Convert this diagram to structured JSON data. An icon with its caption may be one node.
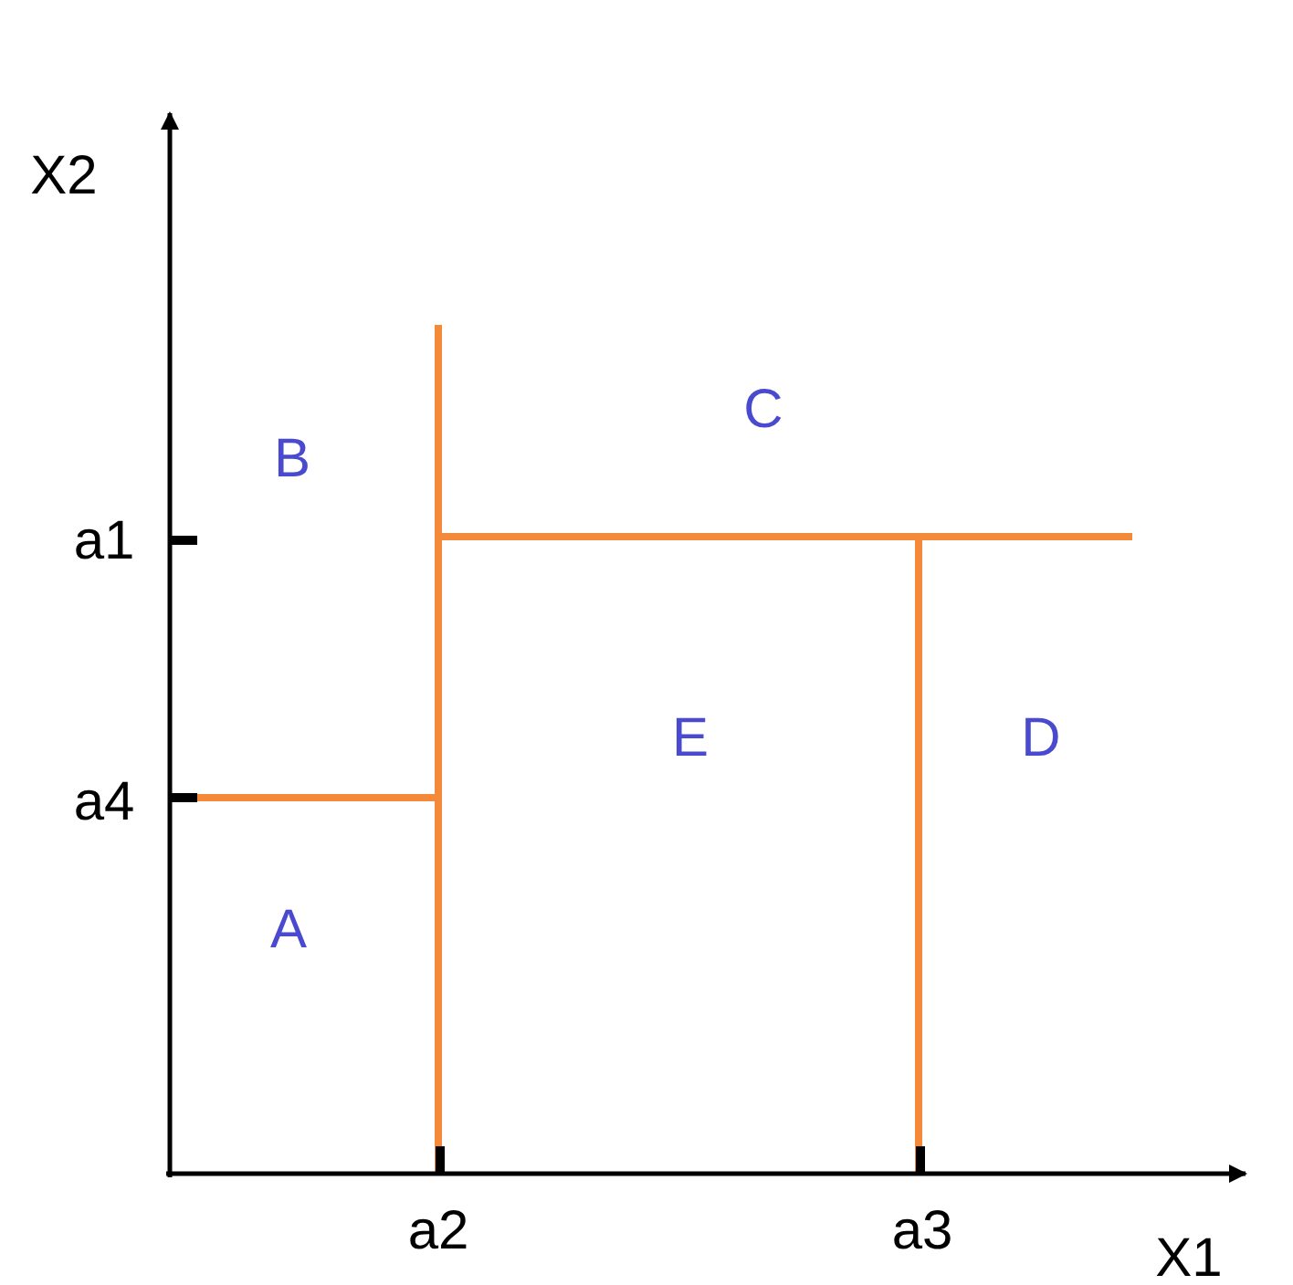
{
  "diagram": {
    "labels": [
      "X2",
      "B",
      "C",
      "a1",
      "E",
      "D",
      "a4",
      "A",
      "a2",
      "a3",
      "X1"
    ]
  }
}
